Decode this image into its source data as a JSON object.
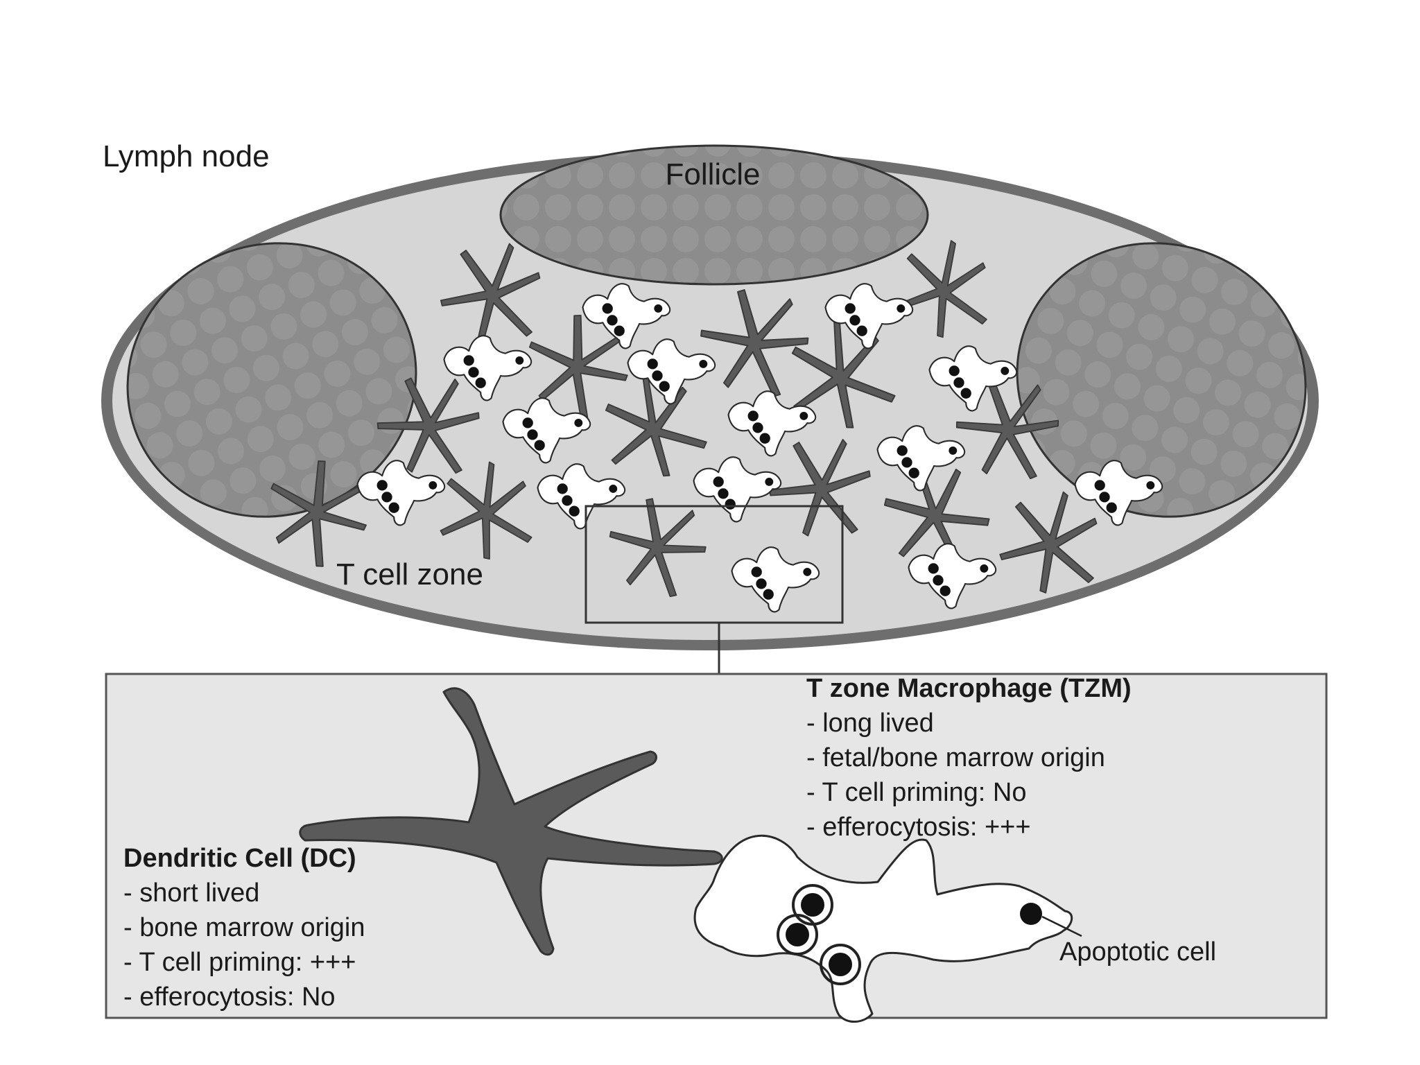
{
  "labels": {
    "lymph_node": "Lymph node",
    "follicle": "Follicle",
    "t_cell_zone": "T cell zone",
    "apoptotic_cell": "Apoptotic cell"
  },
  "dc": {
    "heading": "Dendritic Cell (DC)",
    "items": [
      "- short lived",
      "- bone marrow origin",
      "- T cell priming: +++",
      "- efferocytosis: No"
    ]
  },
  "tzm": {
    "heading": "T zone Macrophage (TZM)",
    "items": [
      "- long lived",
      "- fetal/bone marrow origin",
      "- T cell priming: No",
      "- efferocytosis: +++"
    ]
  },
  "colors": {
    "capsule": "#6e6e6e",
    "node_fill": "#d6d6d6",
    "follicle_fill": "#8c8c8c",
    "dc_fill": "#5a5a5a",
    "tzm_fill": "#ffffff",
    "inset_fill": "#e6e6e6"
  }
}
